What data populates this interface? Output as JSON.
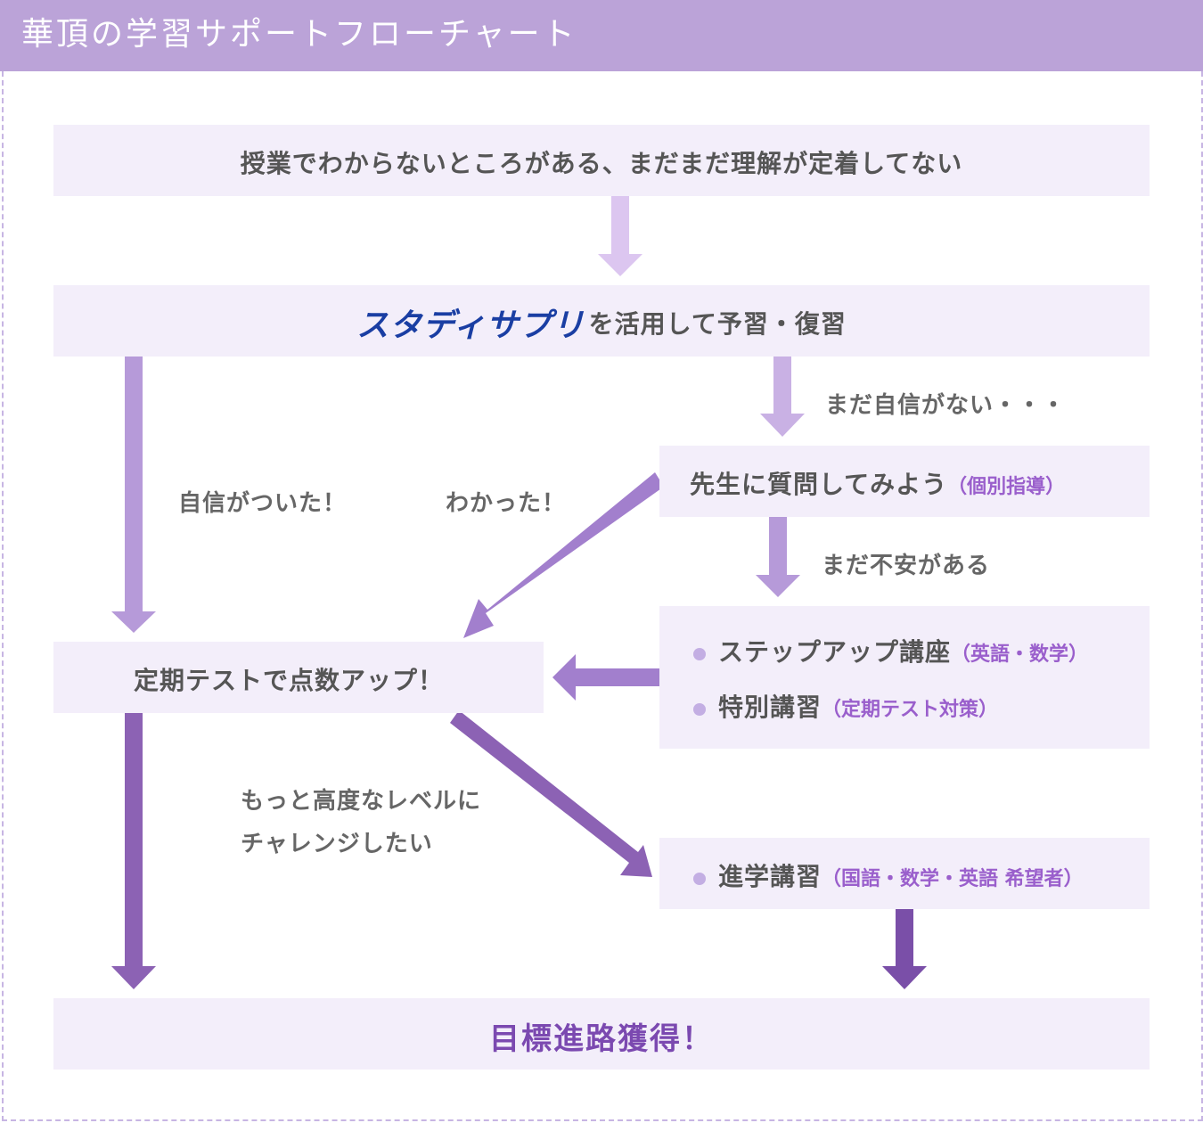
{
  "header": {
    "title": "華頂の学習サポートフローチャート"
  },
  "nodes": {
    "start": "授業でわからないところがある、まだまだ理解が定着してない",
    "studysapuri": {
      "logo": "スタディサプリ",
      "text": "を活用して予習・復習"
    },
    "question": {
      "text": "先生に質問してみよう",
      "paren": "（個別指導）"
    },
    "courses": {
      "items": [
        {
          "label": "ステップアップ講座",
          "paren": "（英語・数学）"
        },
        {
          "label": "特別講習",
          "paren": "（定期テスト対策）"
        }
      ]
    },
    "test": "定期テストで点数アップ！",
    "advanced": {
      "label": "進学講習",
      "paren": "（国語・数学・英語 希望者）"
    },
    "goal": "目標進路獲得！"
  },
  "edge_labels": {
    "not_confident": "まだ自信がない・・・",
    "confident": "自信がついた！",
    "understood": "わかった！",
    "still_anxious": "まだ不安がある",
    "challenge_line1": "もっと高度なレベルに",
    "challenge_line2": "チャレンジしたい"
  },
  "colors": {
    "header": "#bba3d8",
    "box": "#f3eefa",
    "arrow_light": "#dcc6f0",
    "arrow_mid": "#c2a6df",
    "arrow_dark": "#8c62b4",
    "accent": "#9a5fcc",
    "logo": "#1a3ea3"
  }
}
